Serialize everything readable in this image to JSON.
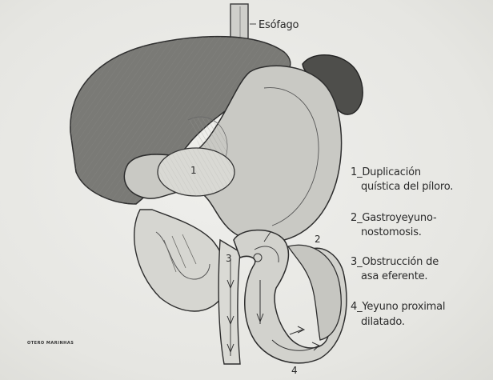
{
  "labels": {
    "esofago": "Esófago",
    "num1": "1",
    "num2": "2",
    "num3": "3",
    "num4": "4"
  },
  "legend": [
    {
      "line1": "1_Duplicación",
      "line2": "quística del píloro."
    },
    {
      "line1": "2_Gastroyeyuno-",
      "line2": "nostomosis."
    },
    {
      "line1": "3_Obstrucción de",
      "line2": "asa eferente."
    },
    {
      "line1": "4_Yeyuno proximal",
      "line2": "dilatado."
    }
  ],
  "signature": "OTERO MARINHAS"
}
